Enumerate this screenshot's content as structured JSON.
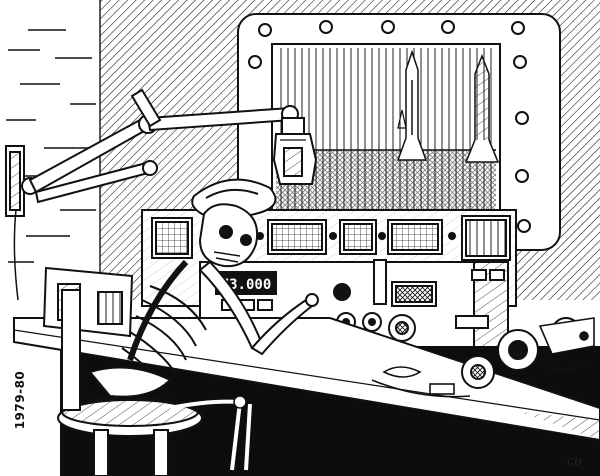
{
  "caption": {
    "year": "1979-80"
  },
  "counter": {
    "reading": "73.000"
  },
  "signature": {
    "text": "co"
  },
  "colors": {
    "ink": "#111111",
    "paper": "#ffffff",
    "dark_fill": "#0d0d0d"
  }
}
